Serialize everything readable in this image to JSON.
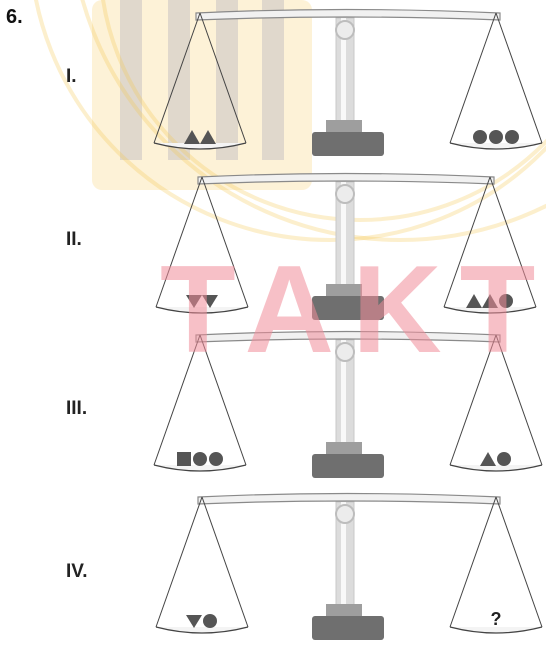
{
  "question_number": "6.",
  "watermark_text": "TAKTI",
  "colors": {
    "shape_fill": "#555555",
    "pan_line": "#444444",
    "stand_dark": "#6f6f6f",
    "stand_light": "#dcdcdc",
    "watermark_orange": "#f6c44a",
    "watermark_red": "#f08c99"
  },
  "scales": [
    {
      "label": "I.",
      "left_pan": [
        "triangle",
        "triangle"
      ],
      "right_pan": [
        "circle",
        "circle",
        "circle"
      ]
    },
    {
      "label": "II.",
      "left_pan": [
        "triangle-down",
        "triangle-down"
      ],
      "right_pan": [
        "triangle",
        "triangle",
        "circle"
      ]
    },
    {
      "label": "III.",
      "left_pan": [
        "square",
        "circle",
        "circle"
      ],
      "right_pan": [
        "triangle",
        "circle"
      ]
    },
    {
      "label": "IV.",
      "left_pan": [
        "triangle-down",
        "circle"
      ],
      "right_pan_text": "?"
    }
  ]
}
